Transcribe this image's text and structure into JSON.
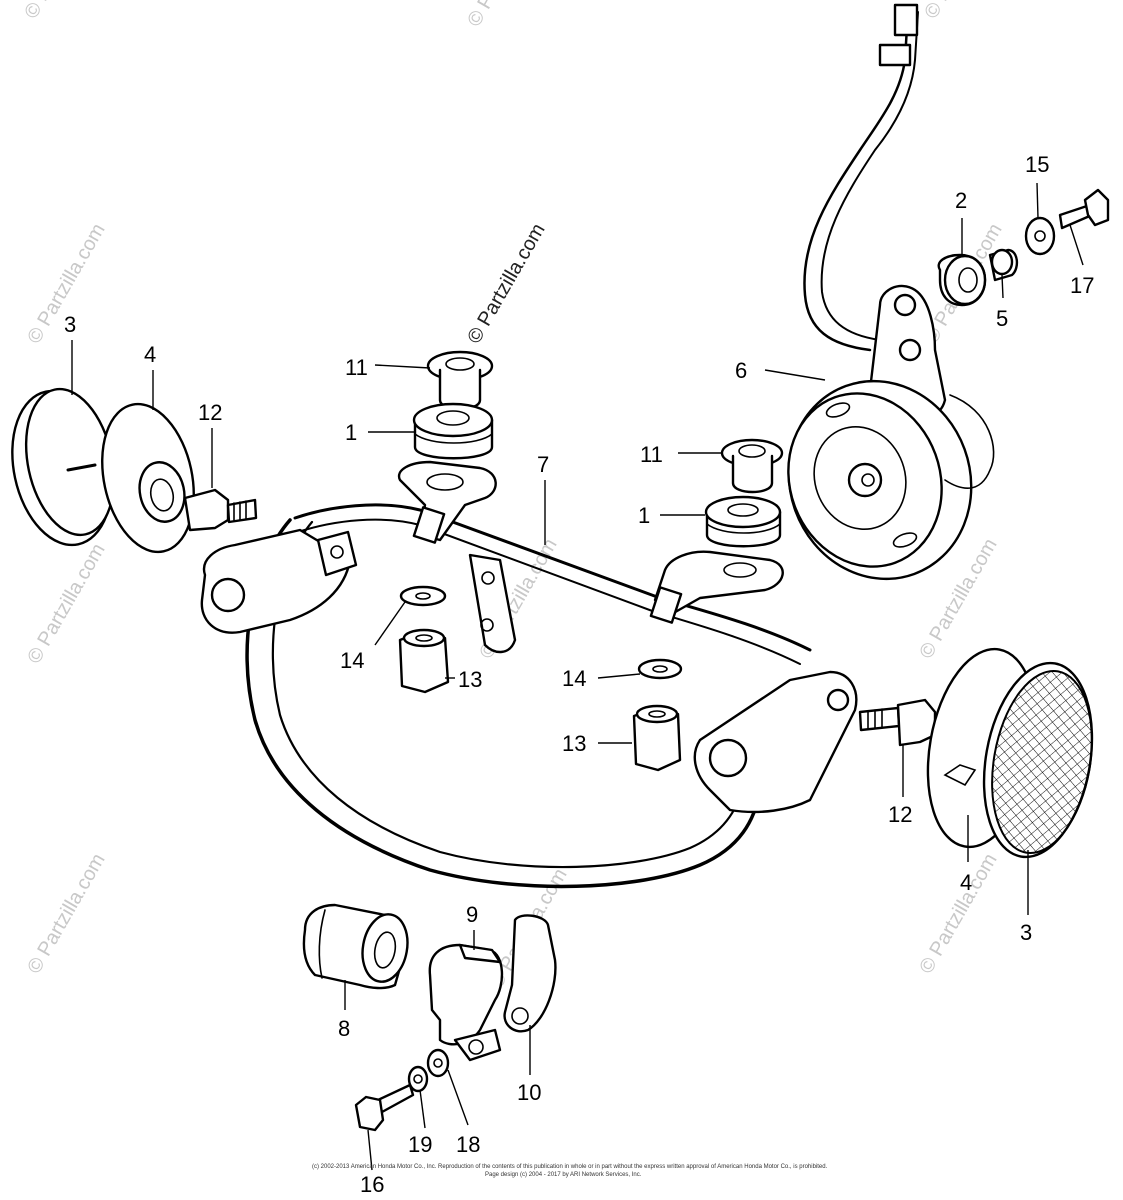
{
  "watermarks": {
    "main": "© Partzilla.com",
    "faint": "© Partzilla.com"
  },
  "callouts": {
    "p1_a": "1",
    "p1_b": "1",
    "p2": "2",
    "p3_a": "3",
    "p3_b": "3",
    "p4_a": "4",
    "p4_b": "4",
    "p5": "5",
    "p6": "6",
    "p7": "7",
    "p8": "8",
    "p9": "9",
    "p10": "10",
    "p11_a": "11",
    "p11_b": "11",
    "p12_a": "12",
    "p12_b": "12",
    "p13_a": "13",
    "p13_b": "13",
    "p14_a": "14",
    "p14_b": "14",
    "p15": "15",
    "p16": "16",
    "p17": "17",
    "p18": "18",
    "p19": "19"
  },
  "footer": {
    "line1": "(c) 2002-2013 American Honda Motor Co., Inc. Reproduction of the contents of this publication in whole or in part without the express written approval of American Honda Motor Co., is prohibited.",
    "line2": "Page design (c) 2004 - 2017 by ARI Network Services, Inc."
  }
}
